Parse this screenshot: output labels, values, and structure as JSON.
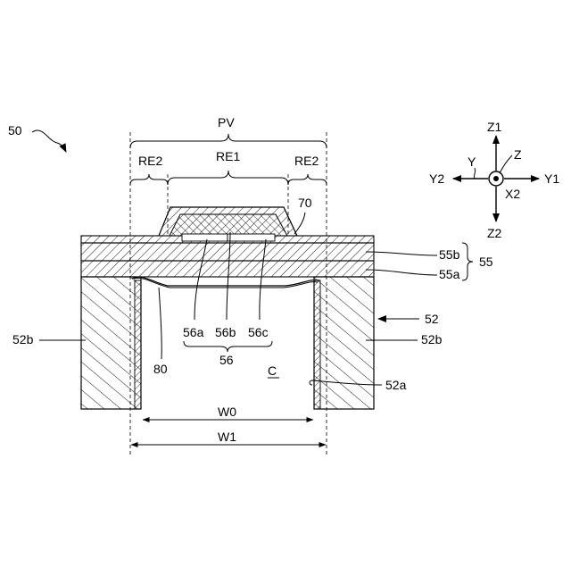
{
  "labels": {
    "device": "50",
    "pv": "PV",
    "re2_left": "RE2",
    "re1": "RE1",
    "re2_right": "RE2",
    "ref70": "70",
    "ref55b": "55b",
    "ref55": "55",
    "ref55a": "55a",
    "ref52": "52",
    "ref52b_left": "52b",
    "ref52b_right": "52b",
    "ref52a": "52a",
    "ref56a": "56a",
    "ref56b": "56b",
    "ref56c": "56c",
    "ref56": "56",
    "ref80": "80",
    "cavity": "C",
    "w0": "W0",
    "w1": "W1"
  },
  "axes": {
    "z1": "Z1",
    "z2": "Z2",
    "y1": "Y1",
    "y2": "Y2",
    "x2": "X2",
    "y": "Y",
    "z": "Z"
  }
}
